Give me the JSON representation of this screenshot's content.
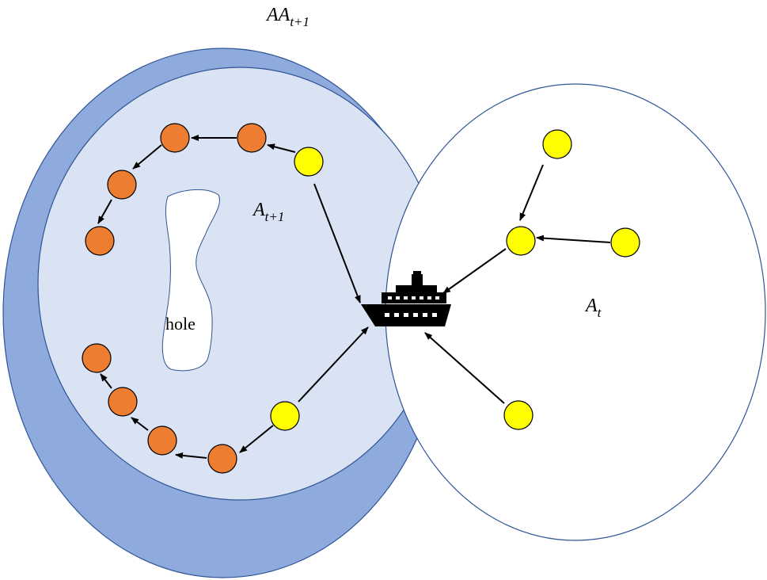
{
  "labels": {
    "outer_region": {
      "main": "AA",
      "sub": "t+1"
    },
    "inner_region": {
      "main": "A",
      "sub": "t+1"
    },
    "right_region": {
      "main": "A",
      "sub": "t"
    },
    "hole": "hole"
  },
  "icons": {
    "ship": "ship-icon"
  },
  "colors": {
    "outer_region_fill": "#8faadc",
    "inner_region_fill": "#dae3f3",
    "region_stroke": "#2f5597",
    "right_region_fill": "#ffffff",
    "yellow_node": "#ffff00",
    "orange_node": "#ed7d31",
    "node_stroke": "#000000",
    "arrow": "#000000",
    "hole_fill": "#ffffff"
  }
}
